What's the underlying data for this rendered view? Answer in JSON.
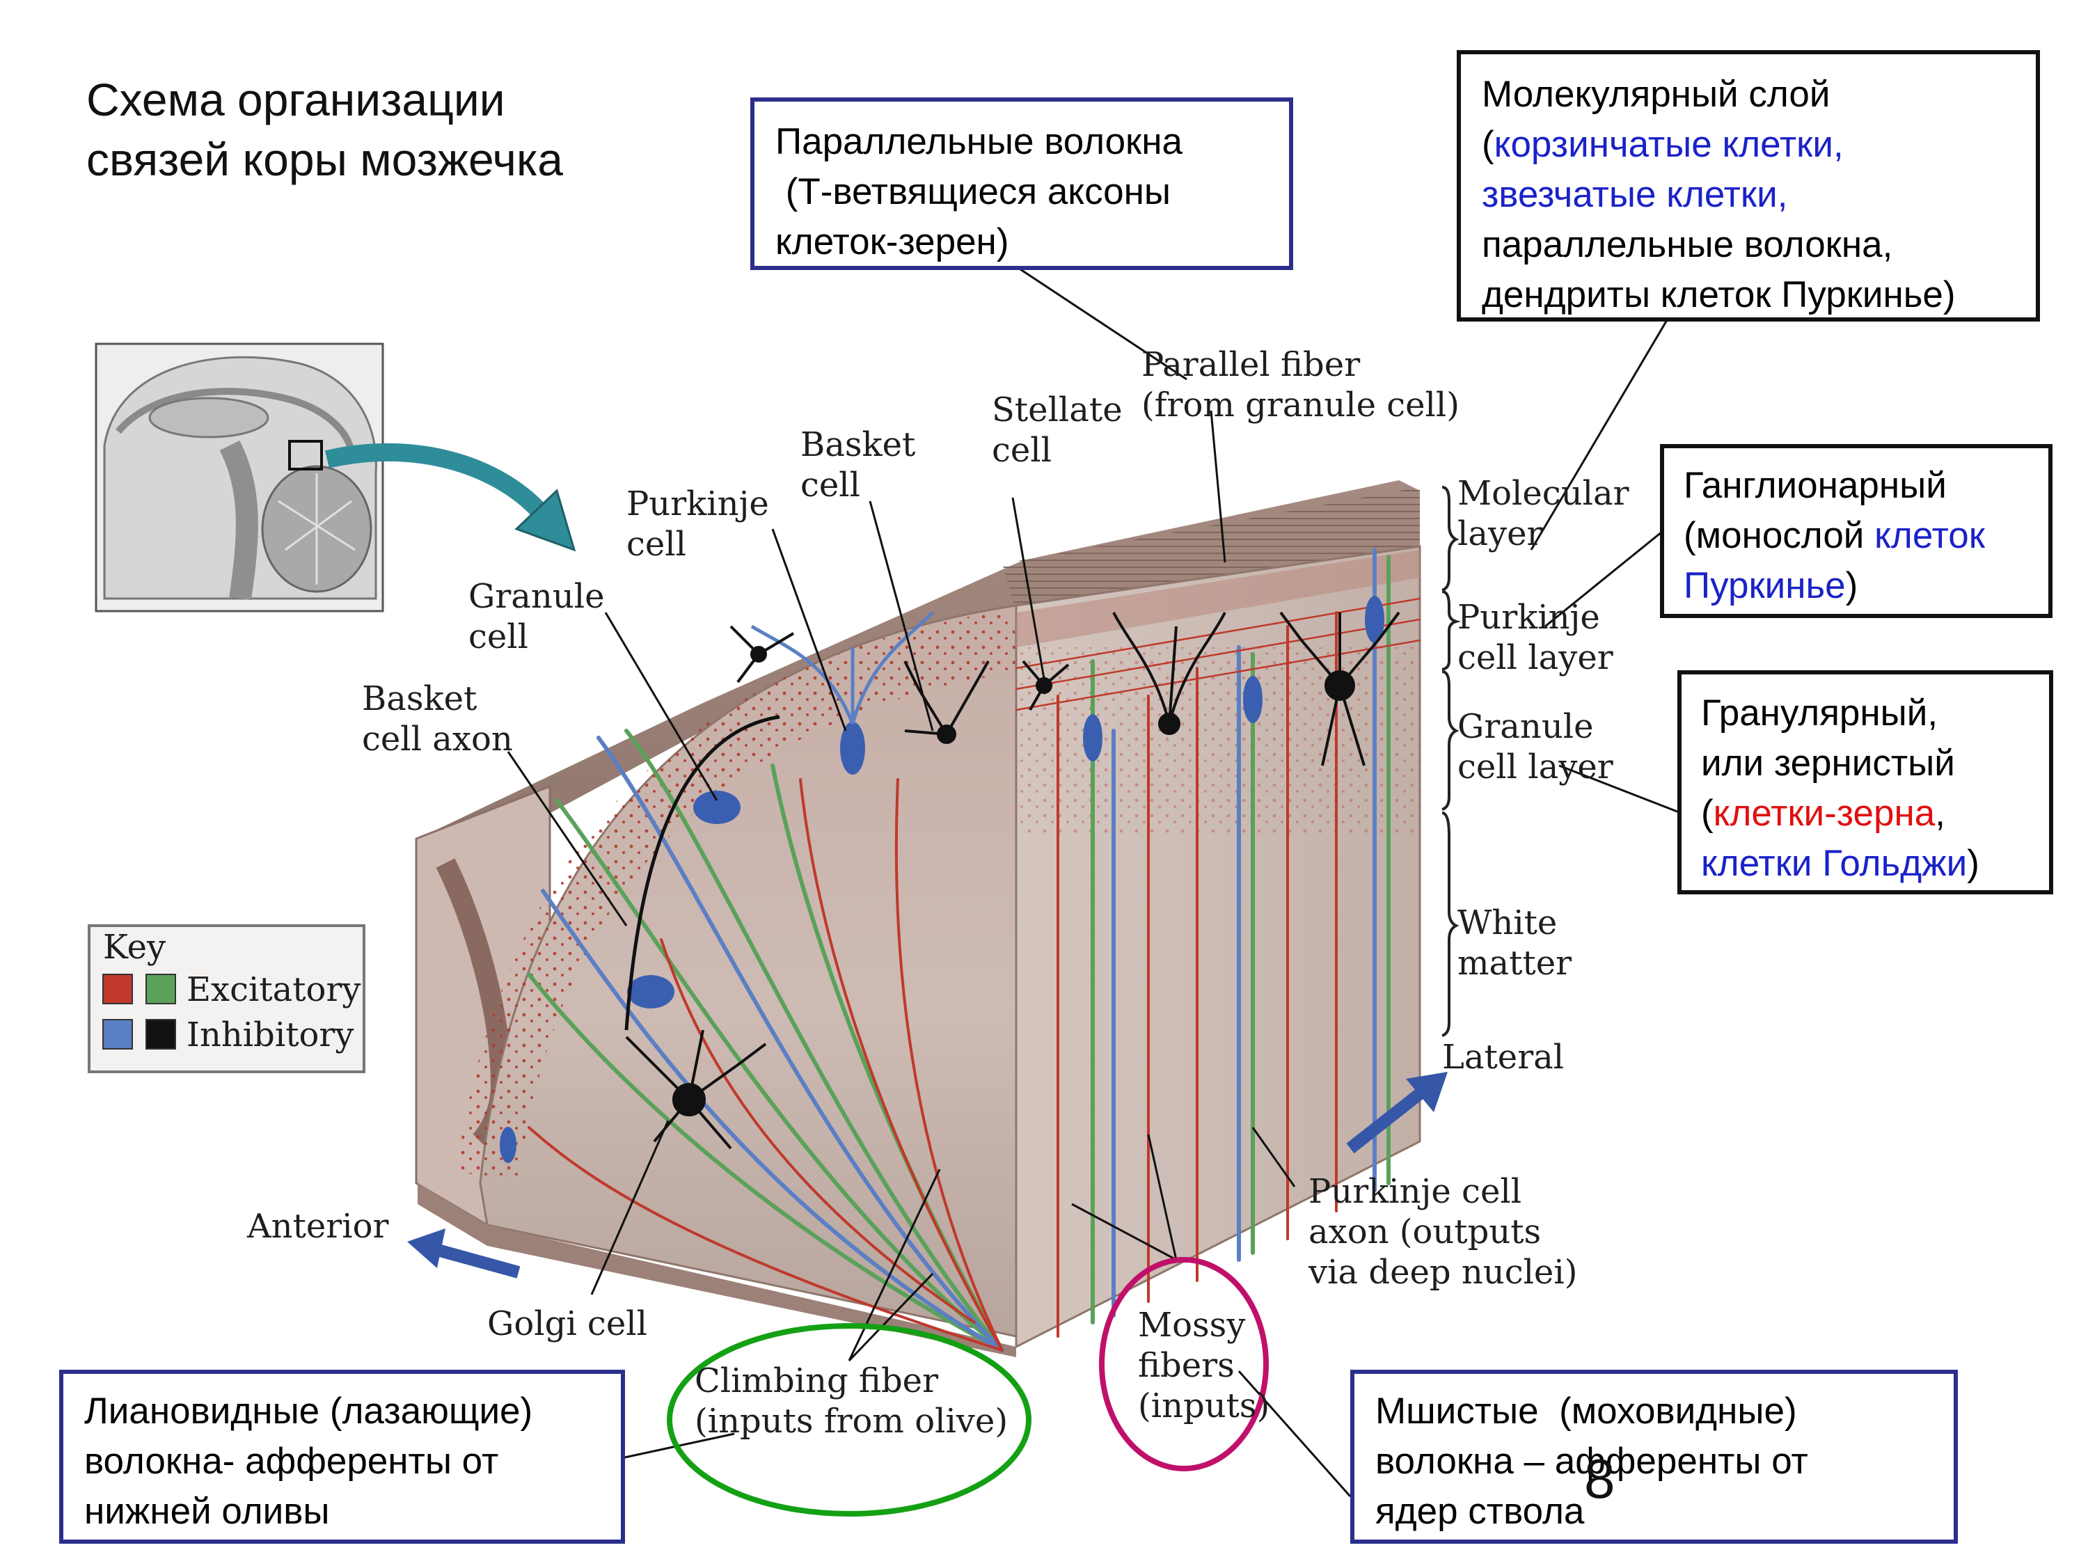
{
  "title": {
    "line1": "Схема организации",
    "line2": "связей коры мозжечка"
  },
  "callouts": {
    "parallel": {
      "l1": "Параллельные волокна",
      "l2": " (Т-ветвящиеся аксоны",
      "l3": "клеток-зерен)"
    },
    "molecular": {
      "l1": "Молекулярный слой",
      "l2a": "(",
      "l2b": "корзинчатые клетки,",
      "l3": "звезчатые клетки,",
      "l4": "параллельные волокна,",
      "l5": "дендриты клеток Пуркинье)"
    },
    "ganglionic": {
      "l1": "Ганглионарный",
      "l2a": "(монослой ",
      "l2b": "клеток",
      "l3a": "Пуркинье",
      "l3b": ")"
    },
    "granular": {
      "l1": "Гранулярный,",
      "l2": "или зернистый",
      "l3a": "(",
      "l3b": "клетки-зерна",
      "l3c": ",",
      "l4a": "клетки Гольджи",
      "l4b": ")"
    },
    "climbing": {
      "l1": "Лиановидные (лазающие)",
      "l2": "волокна- афференты от",
      "l3": "нижней оливы"
    },
    "mossy": {
      "l1": "Мшистые  (моховидные)",
      "l2": "волокна – афференты от",
      "l3": "ядер ствола"
    }
  },
  "figure_labels": {
    "parallel_fiber": [
      "Parallel fiber",
      "(from granule cell)"
    ],
    "stellate_cell": [
      "Stellate",
      "cell"
    ],
    "basket_cell": [
      "Basket",
      "cell"
    ],
    "purkinje_cell": [
      "Purkinje",
      "cell"
    ],
    "granule_cell": [
      "Granule",
      "cell"
    ],
    "basket_cell_axon": [
      "Basket",
      "cell axon"
    ],
    "molecular_layer": [
      "Molecular",
      "layer"
    ],
    "purkinje_cell_layer": [
      "Purkinje",
      "cell layer"
    ],
    "granule_cell_layer": [
      "Granule",
      "cell layer"
    ],
    "white_matter": [
      "White",
      "matter"
    ],
    "lateral": "Lateral",
    "anterior": "Anterior",
    "golgi_cell": "Golgi cell",
    "purkinje_axon": [
      "Purkinje cell",
      "axon (outputs",
      "via deep nuclei)"
    ],
    "mossy_fibers": [
      "Mossy",
      "fibers",
      "(inputs)"
    ],
    "climbing_fiber": [
      "Climbing fiber",
      "(inputs from olive)"
    ]
  },
  "key": {
    "title": "Key",
    "excitatory": "Excitatory",
    "inhibitory": "Inhibitory"
  },
  "page_number": "8",
  "colors": {
    "excitatory_red": "#c0392b",
    "excitatory_green": "#5aa15a",
    "inhibitory_blue": "#5b7fc4",
    "inhibitory_black": "#111111",
    "box_border_blue": "#2b2f8c",
    "box_border_black": "#111111",
    "ellipse_green": "#14a014",
    "ellipse_magenta": "#c0106a",
    "arrow_teal": "#2f8d9a",
    "arrow_blue": "#3657a8",
    "tissue": "#c9b6ae",
    "tissue_dark": "#a99088"
  }
}
